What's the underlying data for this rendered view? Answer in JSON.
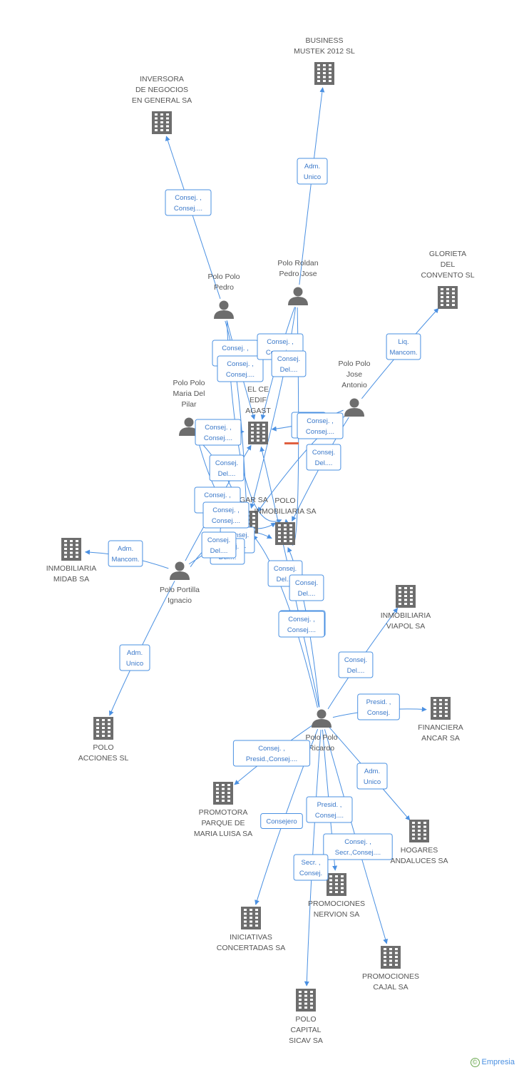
{
  "colors": {
    "edge": "#4a90e2",
    "icon": "#6d6d6d",
    "label": "#555555",
    "highlight": "#e06040"
  },
  "nodes": [
    {
      "id": "business",
      "type": "company",
      "lines": [
        "BUSINESS",
        "MUSTEK 2012 SL"
      ]
    },
    {
      "id": "inversora",
      "type": "company",
      "lines": [
        "INVERSORA",
        "DE NEGOCIOS",
        "EN GENERAL SA"
      ]
    },
    {
      "id": "glorieta",
      "type": "company",
      "lines": [
        "GLORIETA",
        "DEL",
        "CONVENTO  SL"
      ]
    },
    {
      "id": "polo_pedro",
      "type": "person",
      "lines": [
        "Polo Polo",
        "Pedro"
      ]
    },
    {
      "id": "polo_roldan",
      "type": "person",
      "lines": [
        "Polo Roldan",
        "Pedro Jose"
      ]
    },
    {
      "id": "polo_jose",
      "type": "person",
      "lines": [
        "Polo Polo",
        "Jose",
        "Antonio"
      ]
    },
    {
      "id": "polo_maria",
      "type": "person",
      "lines": [
        "Polo Polo",
        "Maria Del",
        "Pilar"
      ]
    },
    {
      "id": "edif",
      "type": "company",
      "lines": [
        "EL CE",
        "EDIF",
        "AGAST"
      ]
    },
    {
      "id": "hogar",
      "type": "company",
      "lines": [
        "HOGAR SA"
      ]
    },
    {
      "id": "polo_inmob",
      "type": "company",
      "lines": [
        "POLO",
        "INMOBILIARIA SA"
      ]
    },
    {
      "id": "midab",
      "type": "company",
      "lines": [
        "INMOBILIARIA",
        "MIDAB SA"
      ]
    },
    {
      "id": "polo_portilla",
      "type": "person",
      "lines": [
        "Polo Portilla",
        "Ignacio"
      ]
    },
    {
      "id": "viapol",
      "type": "company",
      "lines": [
        "INMOBILIARIA",
        "VIAPOL SA"
      ]
    },
    {
      "id": "polo_acciones",
      "type": "company",
      "lines": [
        "POLO",
        "ACCIONES SL"
      ]
    },
    {
      "id": "polo_ricardo",
      "type": "person",
      "lines": [
        "Polo Polo",
        "Ricardo"
      ]
    },
    {
      "id": "financiera",
      "type": "company",
      "lines": [
        "FINANCIERA",
        "ANCAR SA"
      ]
    },
    {
      "id": "promotora",
      "type": "company",
      "lines": [
        "PROMOTORA",
        "PARQUE DE",
        "MARIA LUISA SA"
      ]
    },
    {
      "id": "hogares",
      "type": "company",
      "lines": [
        "HOGARES",
        "ANDALUCES SA"
      ]
    },
    {
      "id": "nervion",
      "type": "company",
      "lines": [
        "PROMOCIONES",
        "NERVION SA"
      ]
    },
    {
      "id": "iniciativas",
      "type": "company",
      "lines": [
        "INICIATIVAS",
        "CONCERTADAS SA"
      ]
    },
    {
      "id": "cajal",
      "type": "company",
      "lines": [
        "PROMOCIONES",
        "CAJAL SA"
      ]
    },
    {
      "id": "polo_capital",
      "type": "company",
      "lines": [
        "POLO",
        "CAPITAL",
        "SICAV SA"
      ]
    }
  ],
  "edges": [
    {
      "from": "polo_roldan",
      "to": "business",
      "lines": [
        "Adm.",
        "Unico"
      ]
    },
    {
      "from": "polo_pedro",
      "to": "inversora",
      "lines": [
        "Consej. ,",
        "Consej...."
      ]
    },
    {
      "from": "polo_jose",
      "to": "glorieta",
      "lines": [
        "Liq.",
        "Mancom."
      ]
    },
    {
      "from": "polo_portilla",
      "to": "midab",
      "lines": [
        "Adm.",
        "Mancom."
      ]
    },
    {
      "from": "polo_portilla",
      "to": "polo_acciones",
      "lines": [
        "Adm.",
        "Unico"
      ]
    },
    {
      "from": "polo_ricardo",
      "to": "viapol",
      "lines": [
        "Consej.",
        "Del...."
      ]
    },
    {
      "from": "polo_ricardo",
      "to": "financiera",
      "lines": [
        "Presid. ,",
        "Consej."
      ]
    },
    {
      "from": "polo_ricardo",
      "to": "promotora",
      "lines": [
        "Consej. ,",
        "Presid.,Consej...."
      ]
    },
    {
      "from": "polo_ricardo",
      "to": "hogares",
      "lines": [
        "Adm.",
        "Unico"
      ]
    },
    {
      "from": "polo_ricardo",
      "to": "iniciativas",
      "lines": [
        "Consejero"
      ]
    },
    {
      "from": "polo_ricardo",
      "to": "nervion",
      "lines": [
        "Presid. ,",
        "Consej...."
      ]
    },
    {
      "from": "polo_ricardo",
      "to": "cajal",
      "lines": [
        "Consej. ,",
        "Secr.,Consej...."
      ]
    },
    {
      "from": "polo_ricardo",
      "to": "polo_capital",
      "lines": [
        "Secr. ,",
        "Consej."
      ]
    },
    {
      "from": "polo_pedro",
      "to": "edif",
      "lines": [
        "Consej. ,",
        "Consej...."
      ]
    },
    {
      "from": "polo_pedro",
      "to": "hogar",
      "lines": [
        "Consej. ,",
        "Consej...."
      ]
    },
    {
      "from": "polo_pedro",
      "to": "polo_inmob",
      "lines": [
        "Consej.",
        "Del...."
      ]
    },
    {
      "from": "polo_roldan",
      "to": "edif",
      "lines": [
        "Consej. ,",
        "Consej...."
      ]
    },
    {
      "from": "polo_roldan",
      "to": "hogar",
      "lines": [
        "Consej.",
        "Del...."
      ]
    },
    {
      "from": "polo_roldan",
      "to": "polo_inmob",
      "lines": [
        "Consej. ,",
        "Consej...."
      ]
    },
    {
      "from": "polo_jose",
      "to": "edif",
      "lines": [
        "Consej.",
        "Del...."
      ]
    },
    {
      "from": "polo_jose",
      "to": "hogar",
      "lines": [
        "Consej. ,",
        "Consej...."
      ]
    },
    {
      "from": "polo_jose",
      "to": "polo_inmob",
      "lines": [
        "Consej.",
        "Del...."
      ]
    },
    {
      "from": "polo_maria",
      "to": "edif",
      "lines": [
        "Consej. ,",
        "Consej...."
      ]
    },
    {
      "from": "polo_maria",
      "to": "hogar",
      "lines": [
        "Consej.",
        "Del...."
      ]
    },
    {
      "from": "polo_maria",
      "to": "polo_inmob",
      "lines": [
        "Consej.",
        "Del...."
      ]
    },
    {
      "from": "polo_portilla",
      "to": "edif",
      "lines": [
        "Consej. ,",
        "Consej...."
      ]
    },
    {
      "from": "polo_portilla",
      "to": "hogar",
      "lines": [
        "Consej.",
        "Del...."
      ]
    },
    {
      "from": "polo_portilla",
      "to": "polo_inmob",
      "lines": [
        "Consej. ,",
        "Consej...."
      ]
    },
    {
      "from": "polo_ricardo",
      "to": "edif",
      "lines": [
        "Consej. ,",
        "Consej...."
      ]
    },
    {
      "from": "polo_ricardo",
      "to": "hogar",
      "lines": [
        "Consej.",
        "Del...."
      ]
    },
    {
      "from": "polo_ricardo",
      "to": "polo_inmob",
      "lines": [
        "Consej.",
        "Del...."
      ]
    }
  ],
  "footer": {
    "copyright": "©",
    "brand": "Empresia"
  }
}
